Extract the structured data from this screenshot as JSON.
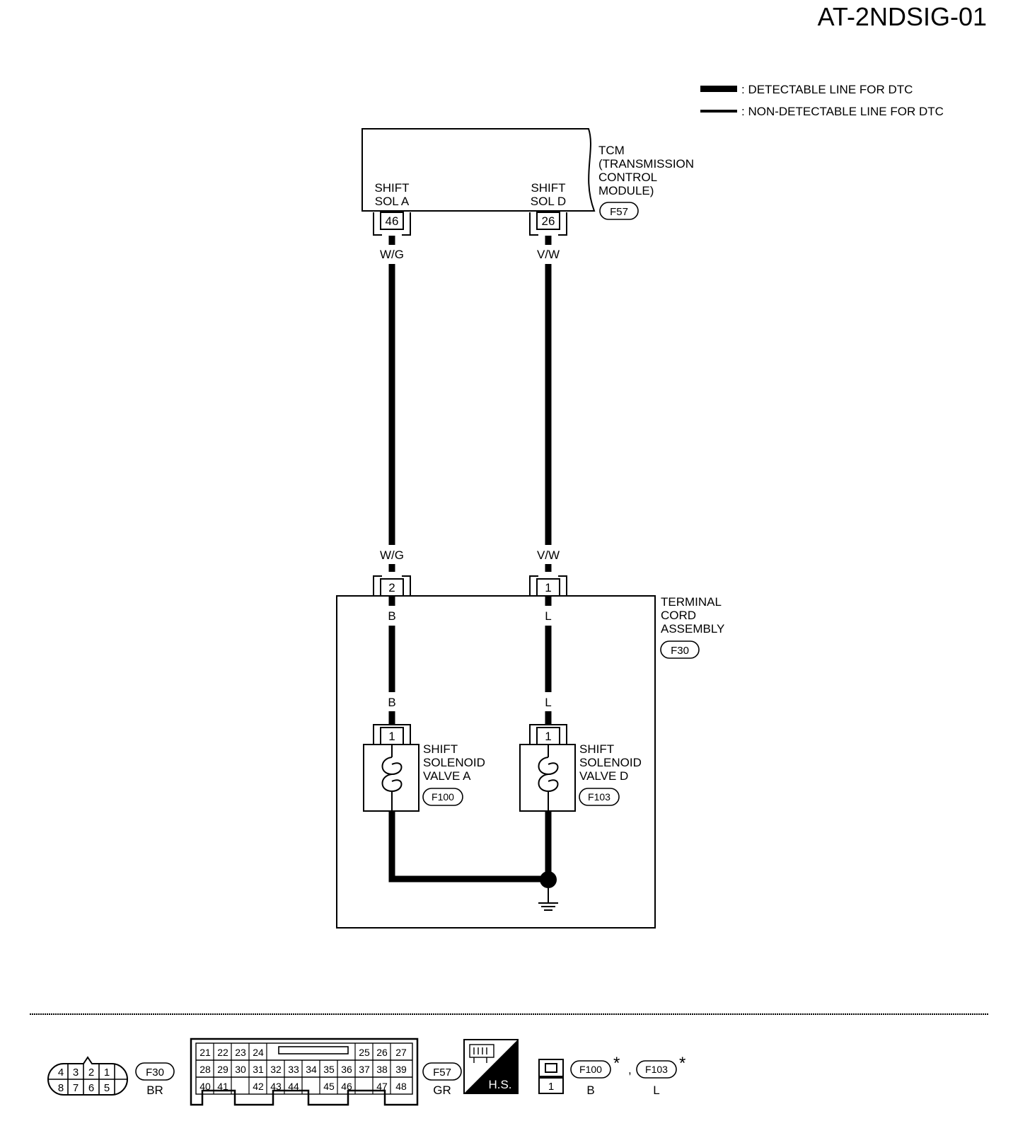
{
  "title": "AT-2NDSIG-01",
  "legend": {
    "detectable": ": DETECTABLE LINE FOR DTC",
    "non_detectable": ": NON-DETECTABLE LINE FOR DTC"
  },
  "tcm": {
    "name_lines": [
      "TCM",
      "(TRANSMISSION",
      "CONTROL",
      "MODULE)"
    ],
    "connector": "F57",
    "pin_a_label": [
      "SHIFT",
      "SOL A"
    ],
    "pin_a": "46",
    "pin_d_label": [
      "SHIFT",
      "SOL D"
    ],
    "pin_d": "26"
  },
  "wires": {
    "left_color": "W/G",
    "right_color": "V/W",
    "left_inner": "B",
    "right_inner": "L"
  },
  "terminal_cord": {
    "name_lines": [
      "TERMINAL",
      "CORD",
      "ASSEMBLY"
    ],
    "connector": "F30",
    "pin_left": "2",
    "pin_right": "1"
  },
  "solenoid_a": {
    "name_lines": [
      "SHIFT",
      "SOLENOID",
      "VALVE A"
    ],
    "connector": "F100",
    "pin": "1"
  },
  "solenoid_d": {
    "name_lines": [
      "SHIFT",
      "SOLENOID",
      "VALVE D"
    ],
    "connector": "F103",
    "pin": "1"
  },
  "connector_views": {
    "f30": {
      "id": "F30",
      "color": "BR",
      "top_pins": [
        "4",
        "3",
        "2",
        "1"
      ],
      "bottom_pins": [
        "8",
        "7",
        "6",
        "5"
      ]
    },
    "f57": {
      "id": "F57",
      "color": "GR",
      "row1_left": [
        "21",
        "22",
        "23",
        "24"
      ],
      "row1_right": [
        "25",
        "26",
        "27"
      ],
      "row2": [
        "28",
        "29",
        "30",
        "31",
        "32",
        "33",
        "34",
        "35",
        "36",
        "37",
        "38",
        "39"
      ],
      "row3_a": [
        "40",
        "41"
      ],
      "row3_b": [
        "42",
        "43",
        "44"
      ],
      "row3_c": [
        "45",
        "46"
      ],
      "row3_d": [
        "47",
        "48"
      ]
    },
    "hs_label": "H.S.",
    "single_pin": "1",
    "f100": {
      "id": "F100",
      "color": "B"
    },
    "f103": {
      "id": "F103",
      "color": "L"
    },
    "asterisk": "*",
    "comma": ","
  }
}
